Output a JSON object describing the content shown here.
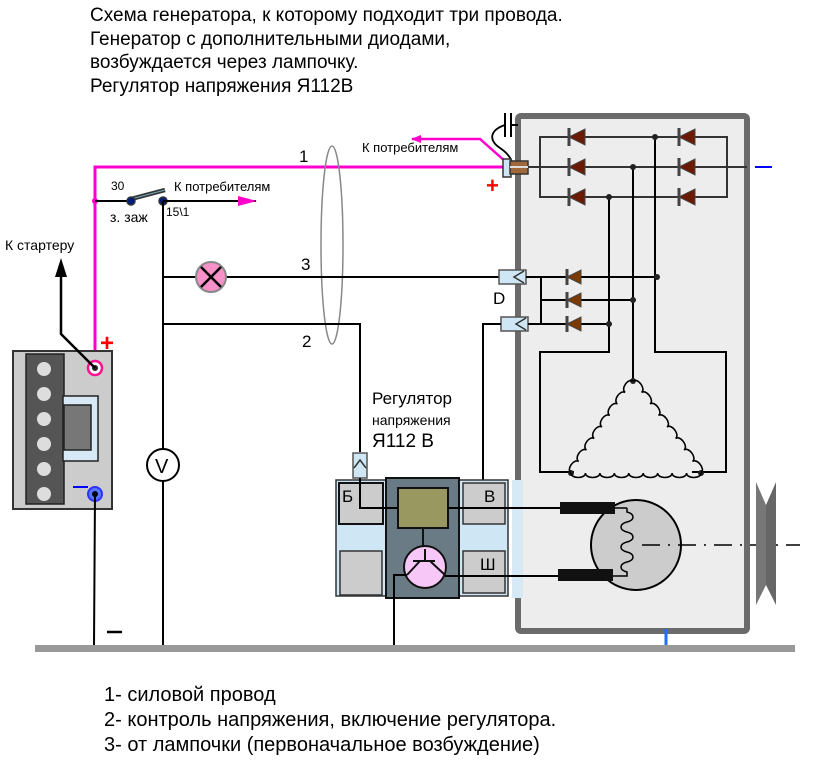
{
  "title": {
    "lines": [
      "Схема генератора, к которому подходит три провода.",
      "Генератор с дополнительными диодами,",
      "возбуждается через лампочку.",
      "Регулятор напряжения Я112В"
    ]
  },
  "labels": {
    "wire_1": "1",
    "wire_2": "2",
    "wire_3": "3",
    "to_consumers_top": "К потребителям",
    "to_consumers_switch": "К потребителям",
    "to_starter": "К стартеру",
    "terminal_30": "30",
    "terminal_15": "15\\1",
    "ignition_switch": "з. заж",
    "terminal_d": "D",
    "plus_sign": "+",
    "minus_sign": "−",
    "voltmeter": "V",
    "regulator_title_1": "Регулятор",
    "regulator_title_2": "напряжения",
    "regulator_title_3": "Я112 В",
    "regulator_term_b": "Б",
    "regulator_term_v": "В",
    "regulator_term_sh": "Ш"
  },
  "legend": {
    "lines": [
      "1- силовой провод",
      "2- контроль напряжения, включение регулятора.",
      "3- от лампочки (первоначальное возбуждение)"
    ]
  },
  "colors": {
    "power_wire": "#ff00cc",
    "plus": "#ff0000",
    "minus": "#0000ff",
    "diode": "#6b1a00",
    "generator_body": "#ededed",
    "generator_frame": "#6b6b6b",
    "lamp": "#f590c8",
    "ground": "#999999"
  }
}
